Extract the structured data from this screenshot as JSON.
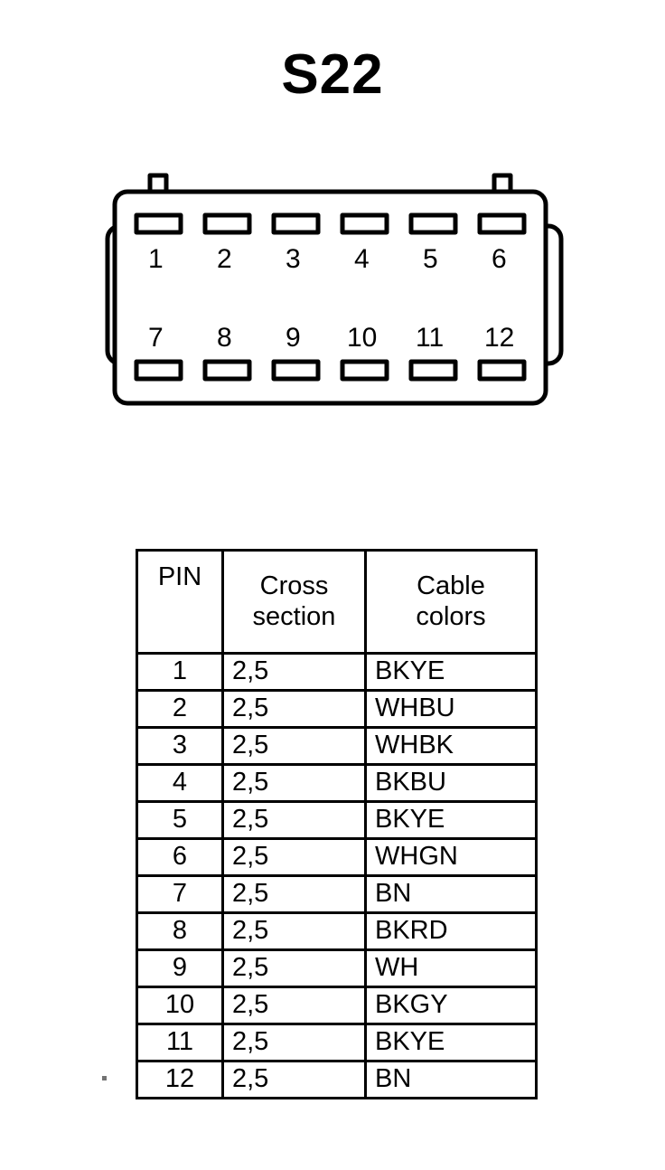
{
  "title": "S22",
  "connector": {
    "name": "12-way connector front view",
    "top_row_pins": [
      "1",
      "2",
      "3",
      "4",
      "5",
      "6"
    ],
    "bottom_row_pins": [
      "7",
      "8",
      "9",
      "10",
      "11",
      "12"
    ],
    "terminal_count": 12,
    "latch_tabs": 2,
    "line_color": "#000000",
    "fill_color": "#ffffff"
  },
  "table": {
    "headers": {
      "pin": "PIN",
      "cross_section_line1": "Cross",
      "cross_section_line2": "section",
      "cable_colors_line1": "Cable",
      "cable_colors_line2": "colors"
    },
    "rows": [
      {
        "pin": "1",
        "cross_section": "2,5",
        "cable_colors": "BKYE"
      },
      {
        "pin": "2",
        "cross_section": "2,5",
        "cable_colors": "WHBU"
      },
      {
        "pin": "3",
        "cross_section": "2,5",
        "cable_colors": "WHBK"
      },
      {
        "pin": "4",
        "cross_section": "2,5",
        "cable_colors": "BKBU"
      },
      {
        "pin": "5",
        "cross_section": "2,5",
        "cable_colors": "BKYE"
      },
      {
        "pin": "6",
        "cross_section": "2,5",
        "cable_colors": "WHGN"
      },
      {
        "pin": "7",
        "cross_section": "2,5",
        "cable_colors": "BN"
      },
      {
        "pin": "8",
        "cross_section": "2,5",
        "cable_colors": "BKRD"
      },
      {
        "pin": "9",
        "cross_section": "2,5",
        "cable_colors": "WH"
      },
      {
        "pin": "10",
        "cross_section": "2,5",
        "cable_colors": "BKGY"
      },
      {
        "pin": "11",
        "cross_section": "2,5",
        "cable_colors": "BKYE"
      },
      {
        "pin": "12",
        "cross_section": "2,5",
        "cable_colors": "BN"
      }
    ]
  }
}
